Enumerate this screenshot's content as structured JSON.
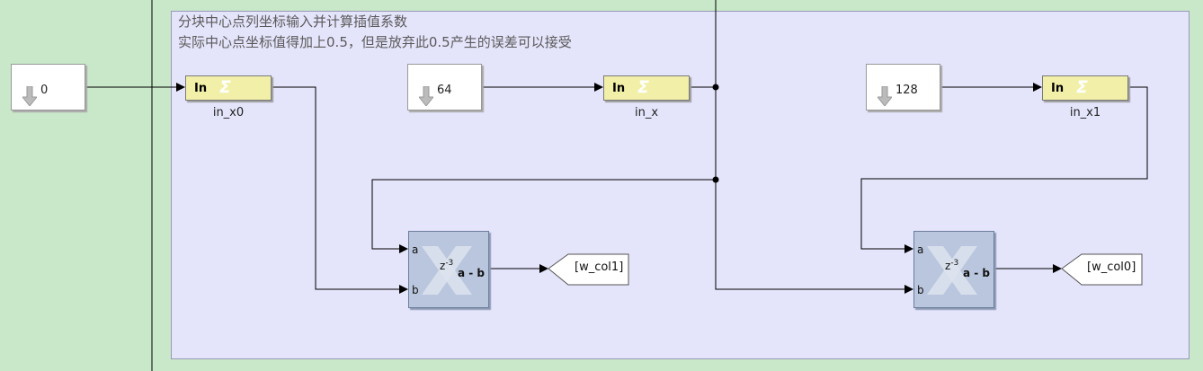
{
  "annotation": {
    "line1": "分块中心点列坐标输入并计算插值系数",
    "line2": "实际中心点坐标值得加上0.5，但是放弃此0.5产生的误差可以接受"
  },
  "constants": [
    {
      "id": "const0",
      "value": "0"
    },
    {
      "id": "const64",
      "value": "64"
    },
    {
      "id": "const128",
      "value": "128"
    }
  ],
  "inports": [
    {
      "id": "in_x0",
      "tag": "In",
      "label": "in_x0"
    },
    {
      "id": "in_x",
      "tag": "In",
      "label": "in_x"
    },
    {
      "id": "in_x1",
      "tag": "In",
      "label": "in_x1"
    }
  ],
  "subtractors": [
    {
      "id": "sub1",
      "port_a": "a",
      "port_b": "b",
      "z_base": "z",
      "z_exp": "-3",
      "op": "a - b"
    },
    {
      "id": "sub0",
      "port_a": "a",
      "port_b": "b",
      "z_base": "z",
      "z_exp": "-3",
      "op": "a - b"
    }
  ],
  "gotos": [
    {
      "id": "goto1",
      "tag": "[w_col1]"
    },
    {
      "id": "goto0",
      "tag": "[w_col0]"
    }
  ],
  "colors": {
    "background": "#c9e7c9",
    "area": "#e4e4fb",
    "inport": "#f2f0a8",
    "subtractor": "#b9c6dd",
    "wire": "#000000"
  }
}
